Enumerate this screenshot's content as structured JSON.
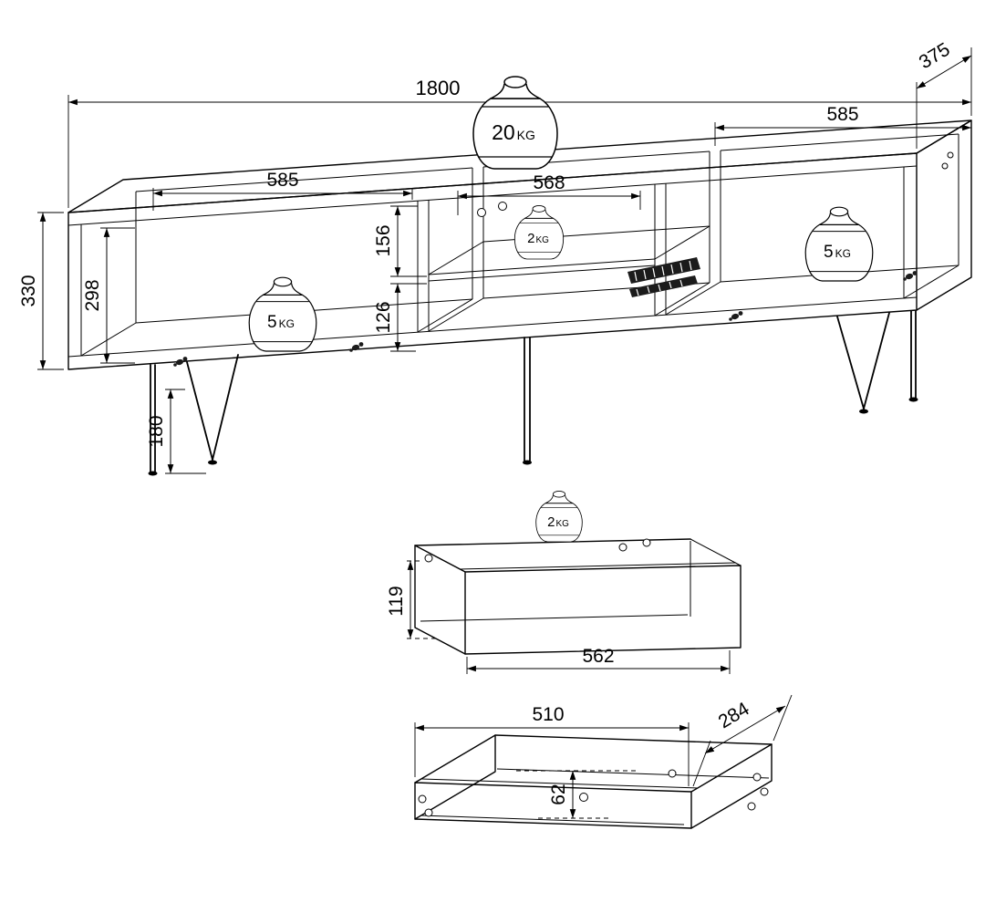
{
  "main_view": {
    "dims": {
      "total_width": "1800",
      "depth": "375",
      "right_section_width": "585",
      "left_section_width": "585",
      "middle_section_width": "568",
      "total_height": "330",
      "interior_height": "298",
      "upper_shelf_space": "156",
      "lower_shelf_space": "126",
      "leg_height": "180"
    },
    "weights": {
      "top": {
        "value": "20",
        "unit": "KG"
      },
      "shelf": {
        "value": "2",
        "unit": "KG"
      },
      "left": {
        "value": "5",
        "unit": "KG"
      },
      "right": {
        "value": "5",
        "unit": "KG"
      }
    }
  },
  "drawer_view": {
    "dims": {
      "side_height": "119",
      "front_width": "562"
    },
    "weight": {
      "value": "2",
      "unit": "KG"
    }
  },
  "tray_view": {
    "dims": {
      "width": "510",
      "depth": "284",
      "inner_height": "62"
    }
  },
  "colors": {
    "line": "#000000",
    "background": "#ffffff"
  }
}
